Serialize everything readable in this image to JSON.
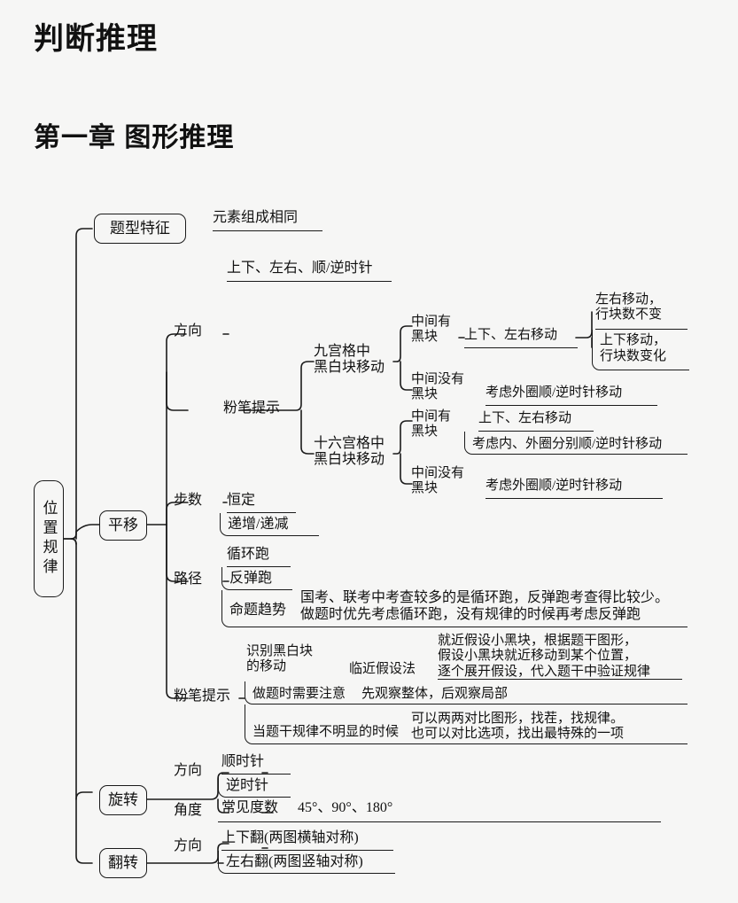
{
  "headings": {
    "title": "判断推理",
    "chapter": "第一章 图形推理"
  },
  "colors": {
    "background": "#f6f6f5",
    "ink": "#1a1a1a",
    "text": "#111111"
  },
  "mindmap": {
    "root": "位置规律",
    "branches": {
      "tixing": {
        "label": "题型特征",
        "leaf": "元素组成相同"
      },
      "pingyi": {
        "label": "平移",
        "fangxiang": {
          "label": "方向",
          "leaf": "上下、左右、顺/逆时针"
        },
        "fenbi_tips": {
          "label": "粉笔提示",
          "jiugong": {
            "label_line1": "九宫格中",
            "label_line2": "黑白块移动",
            "has_block": {
              "label_line1": "中间有",
              "label_line2": "黑块",
              "move": "上下、左右移动",
              "detail1_line1": "左右移动，",
              "detail1_line2": "行块数不变",
              "detail2_line1": "上下移动，",
              "detail2_line2": "行块数变化"
            },
            "no_block": {
              "label_line1": "中间没有",
              "label_line2": "黑块",
              "detail": "考虑外圈顺/逆时针移动"
            }
          },
          "shiliugong": {
            "label_line1": "十六宫格中",
            "label_line2": "黑白块移动",
            "has_block": {
              "label_line1": "中间有",
              "label_line2": "黑块",
              "detail1": "上下、左右移动",
              "detail2": "考虑内、外圈分别顺/逆时针移动"
            },
            "no_block": {
              "label_line1": "中间没有",
              "label_line2": "黑块",
              "detail": "考虑外圈顺/逆时针移动"
            }
          }
        },
        "bushu": {
          "label": "步数",
          "leaf1": "恒定",
          "leaf2": "递增/递减"
        },
        "lujing": {
          "label": "路径",
          "leaf1": "循环跑",
          "leaf2": "反弹跑",
          "trend": {
            "label": "命题趋势",
            "line1": "国考、联考中考查较多的是循环跑，反弹跑考查得比较少。",
            "line2": "做题时优先考虑循环跑，没有规律的时候再考虑反弹跑"
          }
        },
        "fenbi_tips2": {
          "label": "粉笔提示",
          "item1": {
            "label_line1": "识别黑白块",
            "label_line2": "的移动",
            "method": "临近假设法",
            "detail_line1": "就近假设小黑块，根据题干图形，",
            "detail_line2": "假设小黑块就近移动到某个位置，",
            "detail_line3": "逐个展开假设，代入题干中验证规律"
          },
          "item2": {
            "label": "做题时需要注意",
            "detail": "先观察整体，后观察局部"
          },
          "item3": {
            "label": "当题干规律不明显的时候",
            "detail_line1": "可以两两对比图形，找茬，找规律。",
            "detail_line2": "也可以对比选项，找出最特殊的一项"
          }
        }
      },
      "xuanzhuan": {
        "label": "旋转",
        "fangxiang": {
          "label": "方向",
          "leaf1": "顺时针",
          "leaf2": "逆时针"
        },
        "jiaodu": {
          "label": "角度",
          "common": "常见度数",
          "values": "45°、90°、180°"
        }
      },
      "fanzhuan": {
        "label": "翻转",
        "fangxiang": {
          "label": "方向",
          "leaf1": "上下翻(两图横轴对称)",
          "leaf2": "左右翻(两图竖轴对称)"
        }
      }
    }
  }
}
